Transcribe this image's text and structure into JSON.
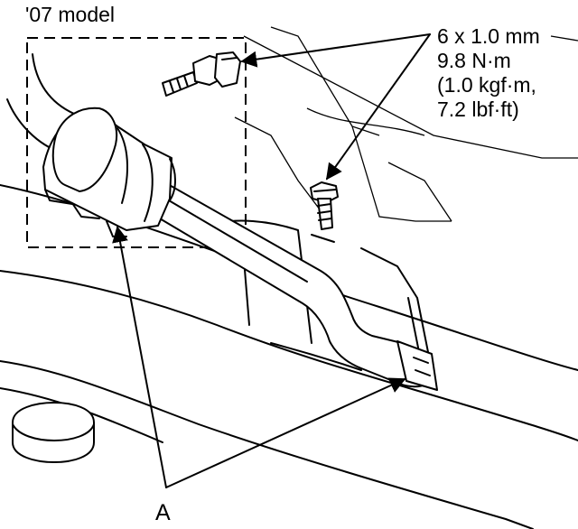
{
  "diagram": {
    "model_label": "'07 model",
    "bolt_spec": {
      "size": "6 x 1.0 mm",
      "torque_nm": "9.8 N·m",
      "torque_kgfm": "(1.0 kgf·m,",
      "torque_lbfft": "7.2 lbf·ft)"
    },
    "callout_a": "A"
  }
}
